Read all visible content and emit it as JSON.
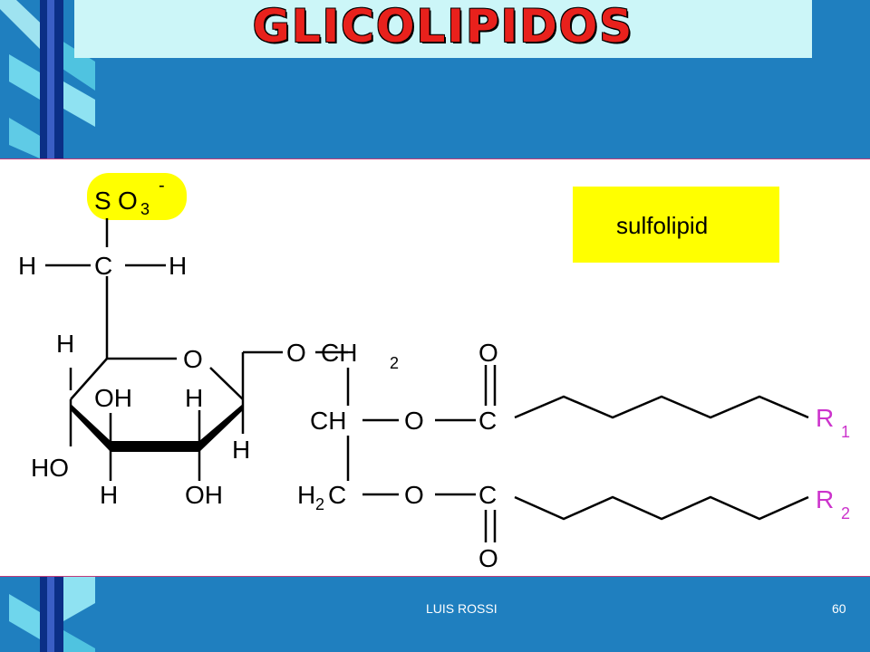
{
  "slide": {
    "title": "GLICOLIPIDOS",
    "footer_author": "LUIS ROSSI",
    "page_number": "60"
  },
  "diagram": {
    "label_box": "sulfolipid",
    "sulfate": {
      "s": "S",
      "o": "O",
      "sub": "3",
      "sup": "-"
    },
    "atoms": {
      "H": "H",
      "C": "C",
      "O": "O",
      "OH": "OH",
      "HO": "HO",
      "CH": "CH",
      "H2": "2",
      "R": "R",
      "sub1": "1",
      "sub2": "2"
    }
  },
  "colors": {
    "background": "#1f7fbf",
    "title_box": "#ccf6f8",
    "title_text": "#e8211c",
    "highlight": "#ffff00",
    "r_label": "#cc33cc"
  }
}
